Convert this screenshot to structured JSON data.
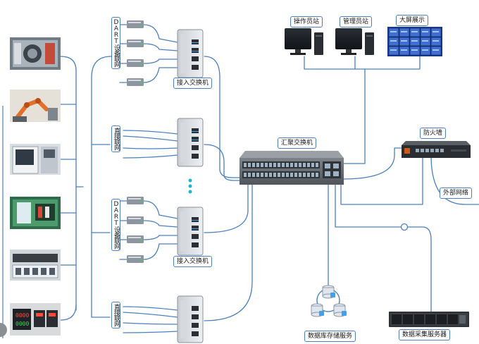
{
  "labels": {
    "access_switch_1": "接入交换机",
    "access_switch_2": "接入交换机",
    "core_switch": "汇聚交换机",
    "operator_station": "操作员站",
    "admin_station": "管理员站",
    "big_screen": "大屏展示",
    "firewall": "防火墙",
    "external_network": "外部网络",
    "db_storage": "数据库存储服务",
    "data_server": "数据采集服务器",
    "dart_group_1": "DART设备联网",
    "direct_group_1": "直接联网",
    "dart_group_2": "DART设备联网",
    "direct_group_2": "直接联网"
  },
  "colors": {
    "link": "#4a7fc0",
    "label_border": "#4a7fc0",
    "port_dots": "#1fb6c8"
  },
  "machines": [
    "cnc-machine-photo",
    "robot-arm-photo",
    "machining-center-photo",
    "inspection-machine-photo",
    "control-cabinet-photo",
    "controller-panel-photo"
  ]
}
